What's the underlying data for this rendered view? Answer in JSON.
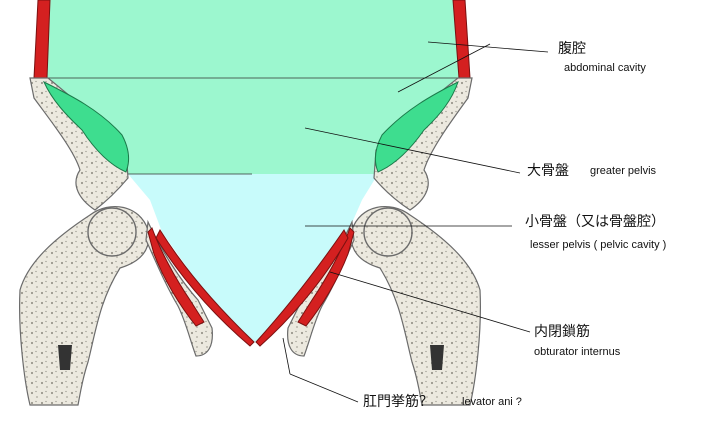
{
  "colors": {
    "abdominal_cavity": "#9cf7cf",
    "greater_pelvis": "#9cf7cf",
    "lesser_pelvis": "#c8fbfb",
    "muscle_red": "#d42020",
    "green_muscle": "#3edd8f",
    "bone_fill": "#ece9df",
    "bone_edge": "#6b6b6b",
    "line": "#111111"
  },
  "labels": {
    "abdominal": {
      "jp": "腹腔",
      "en": "abdominal cavity"
    },
    "greater": {
      "jp": "大骨盤",
      "en": "greater pelvis"
    },
    "lesser": {
      "jp": "小骨盤（又は骨盤腔）",
      "en": "lesser pelvis ( pelvic cavity )"
    },
    "obturator": {
      "jp": "内閉鎖筋",
      "en": "obturator internus"
    },
    "levator": {
      "jp": "肛門挙筋？",
      "en": "levator ani ?"
    }
  }
}
